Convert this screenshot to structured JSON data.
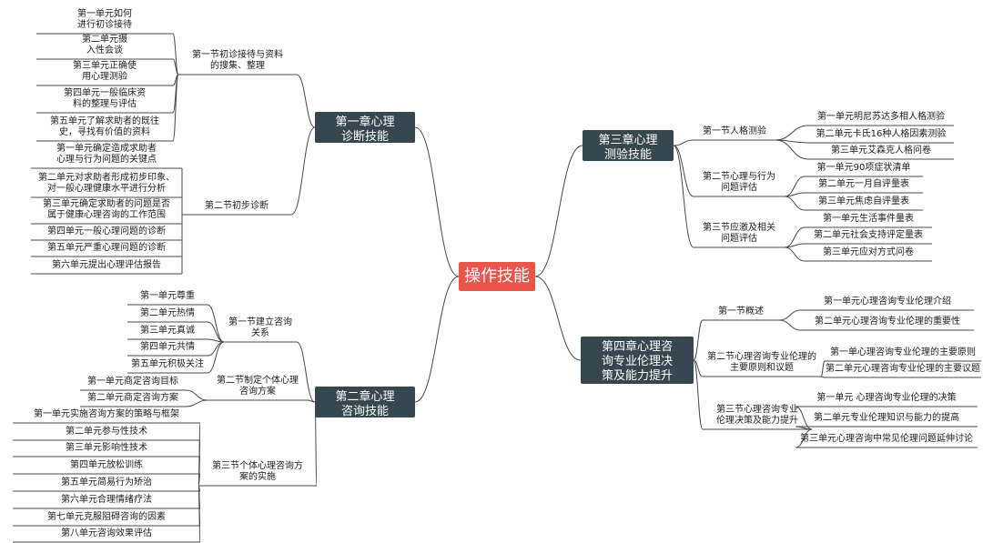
{
  "root": "操作技能",
  "chapters": [
    {
      "title_lines": [
        "第一章心理",
        "诊断技能"
      ],
      "sections": [
        {
          "title_lines": [
            "第一节初诊接待与资料",
            "的搜集、整理"
          ],
          "items": [
            [
              "第一单元如何",
              "进行初诊接待"
            ],
            [
              "第二单元摄",
              "入性会谈"
            ],
            [
              "第三单元正确使",
              "用心理测验"
            ],
            [
              "第四单元一般临床资",
              "料的整理与评估"
            ],
            [
              "第五单元了解求助者的既往",
              "史，寻找有价值的资料"
            ]
          ]
        },
        {
          "title_lines": [
            "第二节初步诊断"
          ],
          "items": [
            [
              "第一单元确定造成求助者",
              "心理与行为问题的关键点"
            ],
            [
              "第二单元对求助者形成初步印象、",
              "对一般心理健康水平进行分析"
            ],
            [
              "第三单元确定求助者的问题是否",
              "属于健康心理咨询的工作范围"
            ],
            [
              "第四单元一般心理问题的诊断"
            ],
            [
              "第五单元严重心理问题的诊断"
            ],
            [
              "第六单元提出心理评估报告"
            ]
          ]
        }
      ]
    },
    {
      "title_lines": [
        "第二章心理",
        "咨询技能"
      ],
      "sections": [
        {
          "title_lines": [
            "第一节建立咨询",
            "关系"
          ],
          "items": [
            [
              "第一单元尊重"
            ],
            [
              "第二单元热情"
            ],
            [
              "第三单元真诚"
            ],
            [
              "第四单元共情"
            ],
            [
              "第五单元积极关注"
            ]
          ]
        },
        {
          "title_lines": [
            "第二节制定个体心理",
            "咨询方案"
          ],
          "items": [
            [
              "第一单元商定咨询目标"
            ],
            [
              "第二单元商定咨询方案"
            ]
          ]
        },
        {
          "title_lines": [
            "第三节个体心理咨询方",
            "案的实施"
          ],
          "items": [
            [
              "第一单元实施咨询方案的策略与框架"
            ],
            [
              "第二单元参与性技术"
            ],
            [
              "第三单元影响性技术"
            ],
            [
              "第四单元放松训练"
            ],
            [
              "第五单元简易行为矫治"
            ],
            [
              "第六单元合理情绪疗法"
            ],
            [
              "第七单元克服阻碍咨询的因素"
            ],
            [
              "第八单元咨询效果评估"
            ]
          ]
        }
      ]
    },
    {
      "title_lines": [
        "第三章心理",
        "测验技能"
      ],
      "sections": [
        {
          "title_lines": [
            "第一节人格测验"
          ],
          "items": [
            [
              "第一单元明尼苏达多相人格测验"
            ],
            [
              "第二单元卡氏16种人格因素测验"
            ],
            [
              "第三单元艾森克人格问卷"
            ]
          ]
        },
        {
          "title_lines": [
            "第二节心理与行为",
            "问题评估"
          ],
          "items": [
            [
              "第一单元90项症状清单"
            ],
            [
              "第二单元一月自评量表"
            ],
            [
              "第三单元焦虑自评量表"
            ]
          ]
        },
        {
          "title_lines": [
            "第三节应激及相关",
            "问题评估"
          ],
          "items": [
            [
              "第一单元生活事件量表"
            ],
            [
              "第二单元社会支持评定量表"
            ],
            [
              "第三单元应对方式问卷"
            ]
          ]
        }
      ]
    },
    {
      "title_lines": [
        "第四章心理咨",
        "询专业伦理决",
        "策及能力提升"
      ],
      "sections": [
        {
          "title_lines": [
            "第一节概述"
          ],
          "items": [
            [
              "第一单元心理咨询专业伦理介绍"
            ],
            [
              "第二单元心理咨询专业伦理的重要性"
            ]
          ]
        },
        {
          "title_lines": [
            "第二节心理咨询专业伦理的",
            "主要原则和议题"
          ],
          "items": [
            [
              "第一单心理咨询专业伦理的主要原则"
            ],
            [
              "第二单元心理咨询专业伦理的主要议题"
            ]
          ]
        },
        {
          "title_lines": [
            "第三节心理咨询专业",
            "伦理决策及能力提升"
          ],
          "items": [
            [
              "第一单元 心理咨询专业伦理的决策"
            ],
            [
              "第二单元专业伦理知识与能力的提高"
            ],
            [
              "第三单元心理咨询中常见伦理问题延伸讨论"
            ]
          ]
        }
      ]
    }
  ]
}
